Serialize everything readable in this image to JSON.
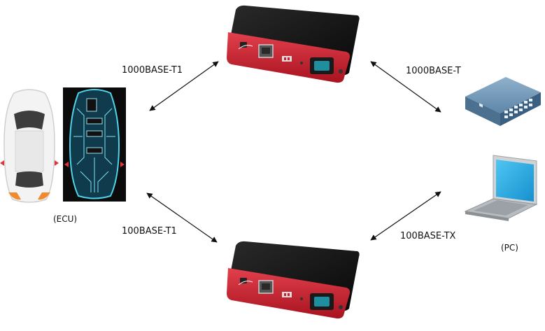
{
  "labels": {
    "link_top_left": "1000BASE-T1",
    "link_top_right": "1000BASE-T",
    "link_bottom_left": "100BASE-T1",
    "link_bottom_right": "100BASE-TX",
    "ecu": "(ECU)",
    "pc": "(PC)"
  },
  "colors": {
    "converter_red": "#c8202f",
    "converter_black": "#151515",
    "switch_blue": "#5f86a8",
    "laptop_screen": "#1fa4e0",
    "arrow": "#111111"
  }
}
